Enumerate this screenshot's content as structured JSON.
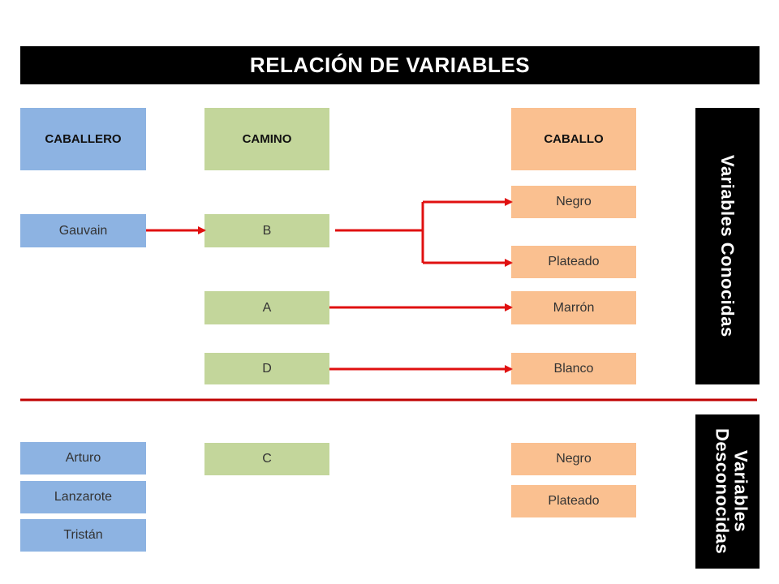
{
  "title": "RELACIÓN DE VARIABLES",
  "headers": {
    "caballero": "CABALLERO",
    "camino": "CAMINO",
    "caballo": "CABALLO"
  },
  "known": {
    "caballeros": [
      "Gauvain"
    ],
    "caminos": [
      "B",
      "A",
      "D"
    ],
    "caballos": [
      "Negro",
      "Plateado",
      "Marrón",
      "Blanco"
    ]
  },
  "unknown": {
    "caballeros": [
      "Arturo",
      "Lanzarote",
      "Tristán"
    ],
    "caminos": [
      "C"
    ],
    "caballos": [
      "Negro",
      "Plateado"
    ]
  },
  "side_labels": {
    "known": "Variables Conocidas",
    "unknown": "Variables Desconocidas"
  },
  "colors": {
    "caballero": "#8db3e2",
    "camino": "#c3d69b",
    "caballo": "#fac090",
    "arrow": "#e01010",
    "title_bg": "#000000"
  }
}
